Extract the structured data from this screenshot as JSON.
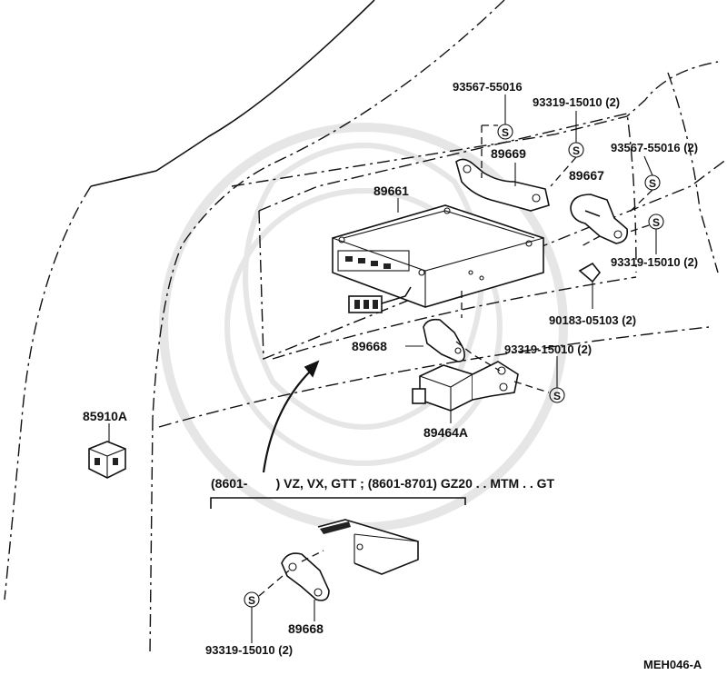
{
  "labels": {
    "p93567_top": "93567-55016",
    "p93319_a": "93319-15010 (2)",
    "p89669": "89669",
    "p93567_right": "93567-55016 (2)",
    "p89667": "89667",
    "p89661": "89661",
    "p93319_b": "93319-15010 (2)",
    "p90183": "90183-05103 (2)",
    "p89668_a": "89668",
    "p93319_c": "93319-15010 (2)",
    "p85910A": "85910A",
    "p89464A": "89464A",
    "condition": "(8601-        ) VZ, VX, GTT ; (8601-8701) GZ20 . . MTM . . GT",
    "p89668_b": "89668",
    "p93319_d": "93319-15010 (2)",
    "diagram_code": "MEH046-A"
  },
  "symbols": {
    "screw_mark": "S"
  },
  "icons": {
    "screw": "screw-symbol-icon",
    "ecu": "ecu-computer-box-icon",
    "sensor": "sensor-unit-icon",
    "connector": "connector-icon",
    "arrow": "curved-arrow-icon"
  }
}
